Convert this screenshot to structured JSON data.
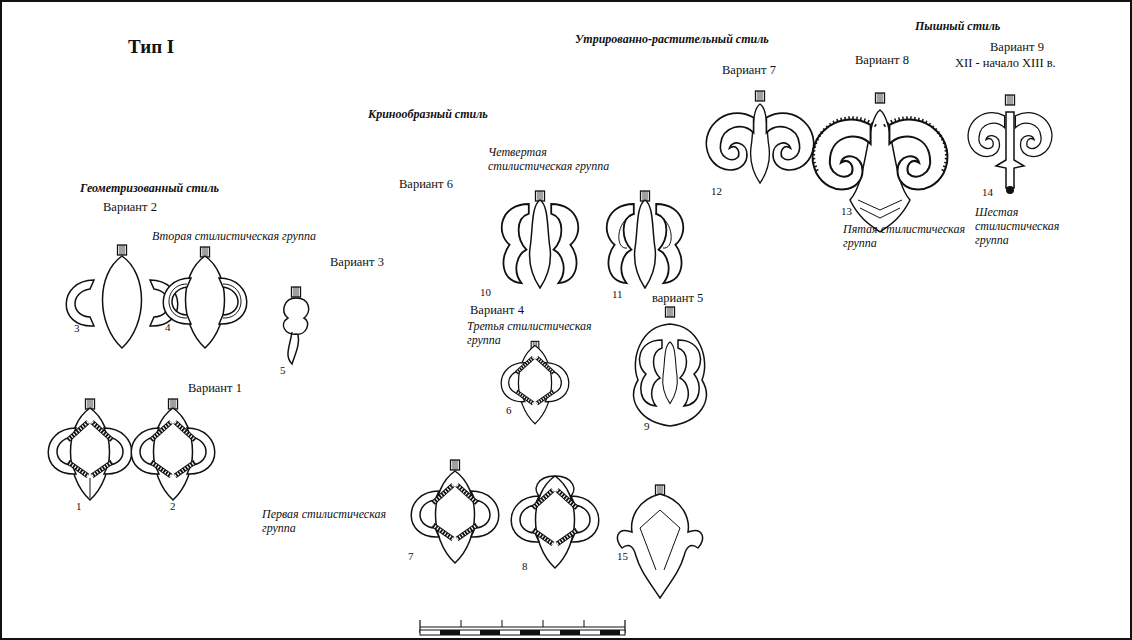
{
  "diagram": {
    "labels": [
      "Тип I",
      "Геометризованный стиль",
      "Вариант 2",
      "Вторая стилистическая группа",
      "Вариант 3",
      "Вариант 1",
      "Первая стилистическая группа",
      "Кринообразный стиль",
      "Четвертая стилистическая группа",
      "Вариант 6",
      "Вариант 4",
      "Третья стилистическая группа",
      "вариант 5",
      "Утрированно-растительный стиль",
      "Вариант 7",
      "Пятая стилистическая группа",
      "Пышный стиль",
      "Вариант 8",
      "Вариант 9",
      "XII - начало XIII в.",
      "Шестая стилистическая группа",
      "1",
      "2",
      "3",
      "4",
      "5",
      "6",
      "7",
      "8",
      "9",
      "10",
      "11",
      "12",
      "13",
      "14",
      "15"
    ]
  }
}
